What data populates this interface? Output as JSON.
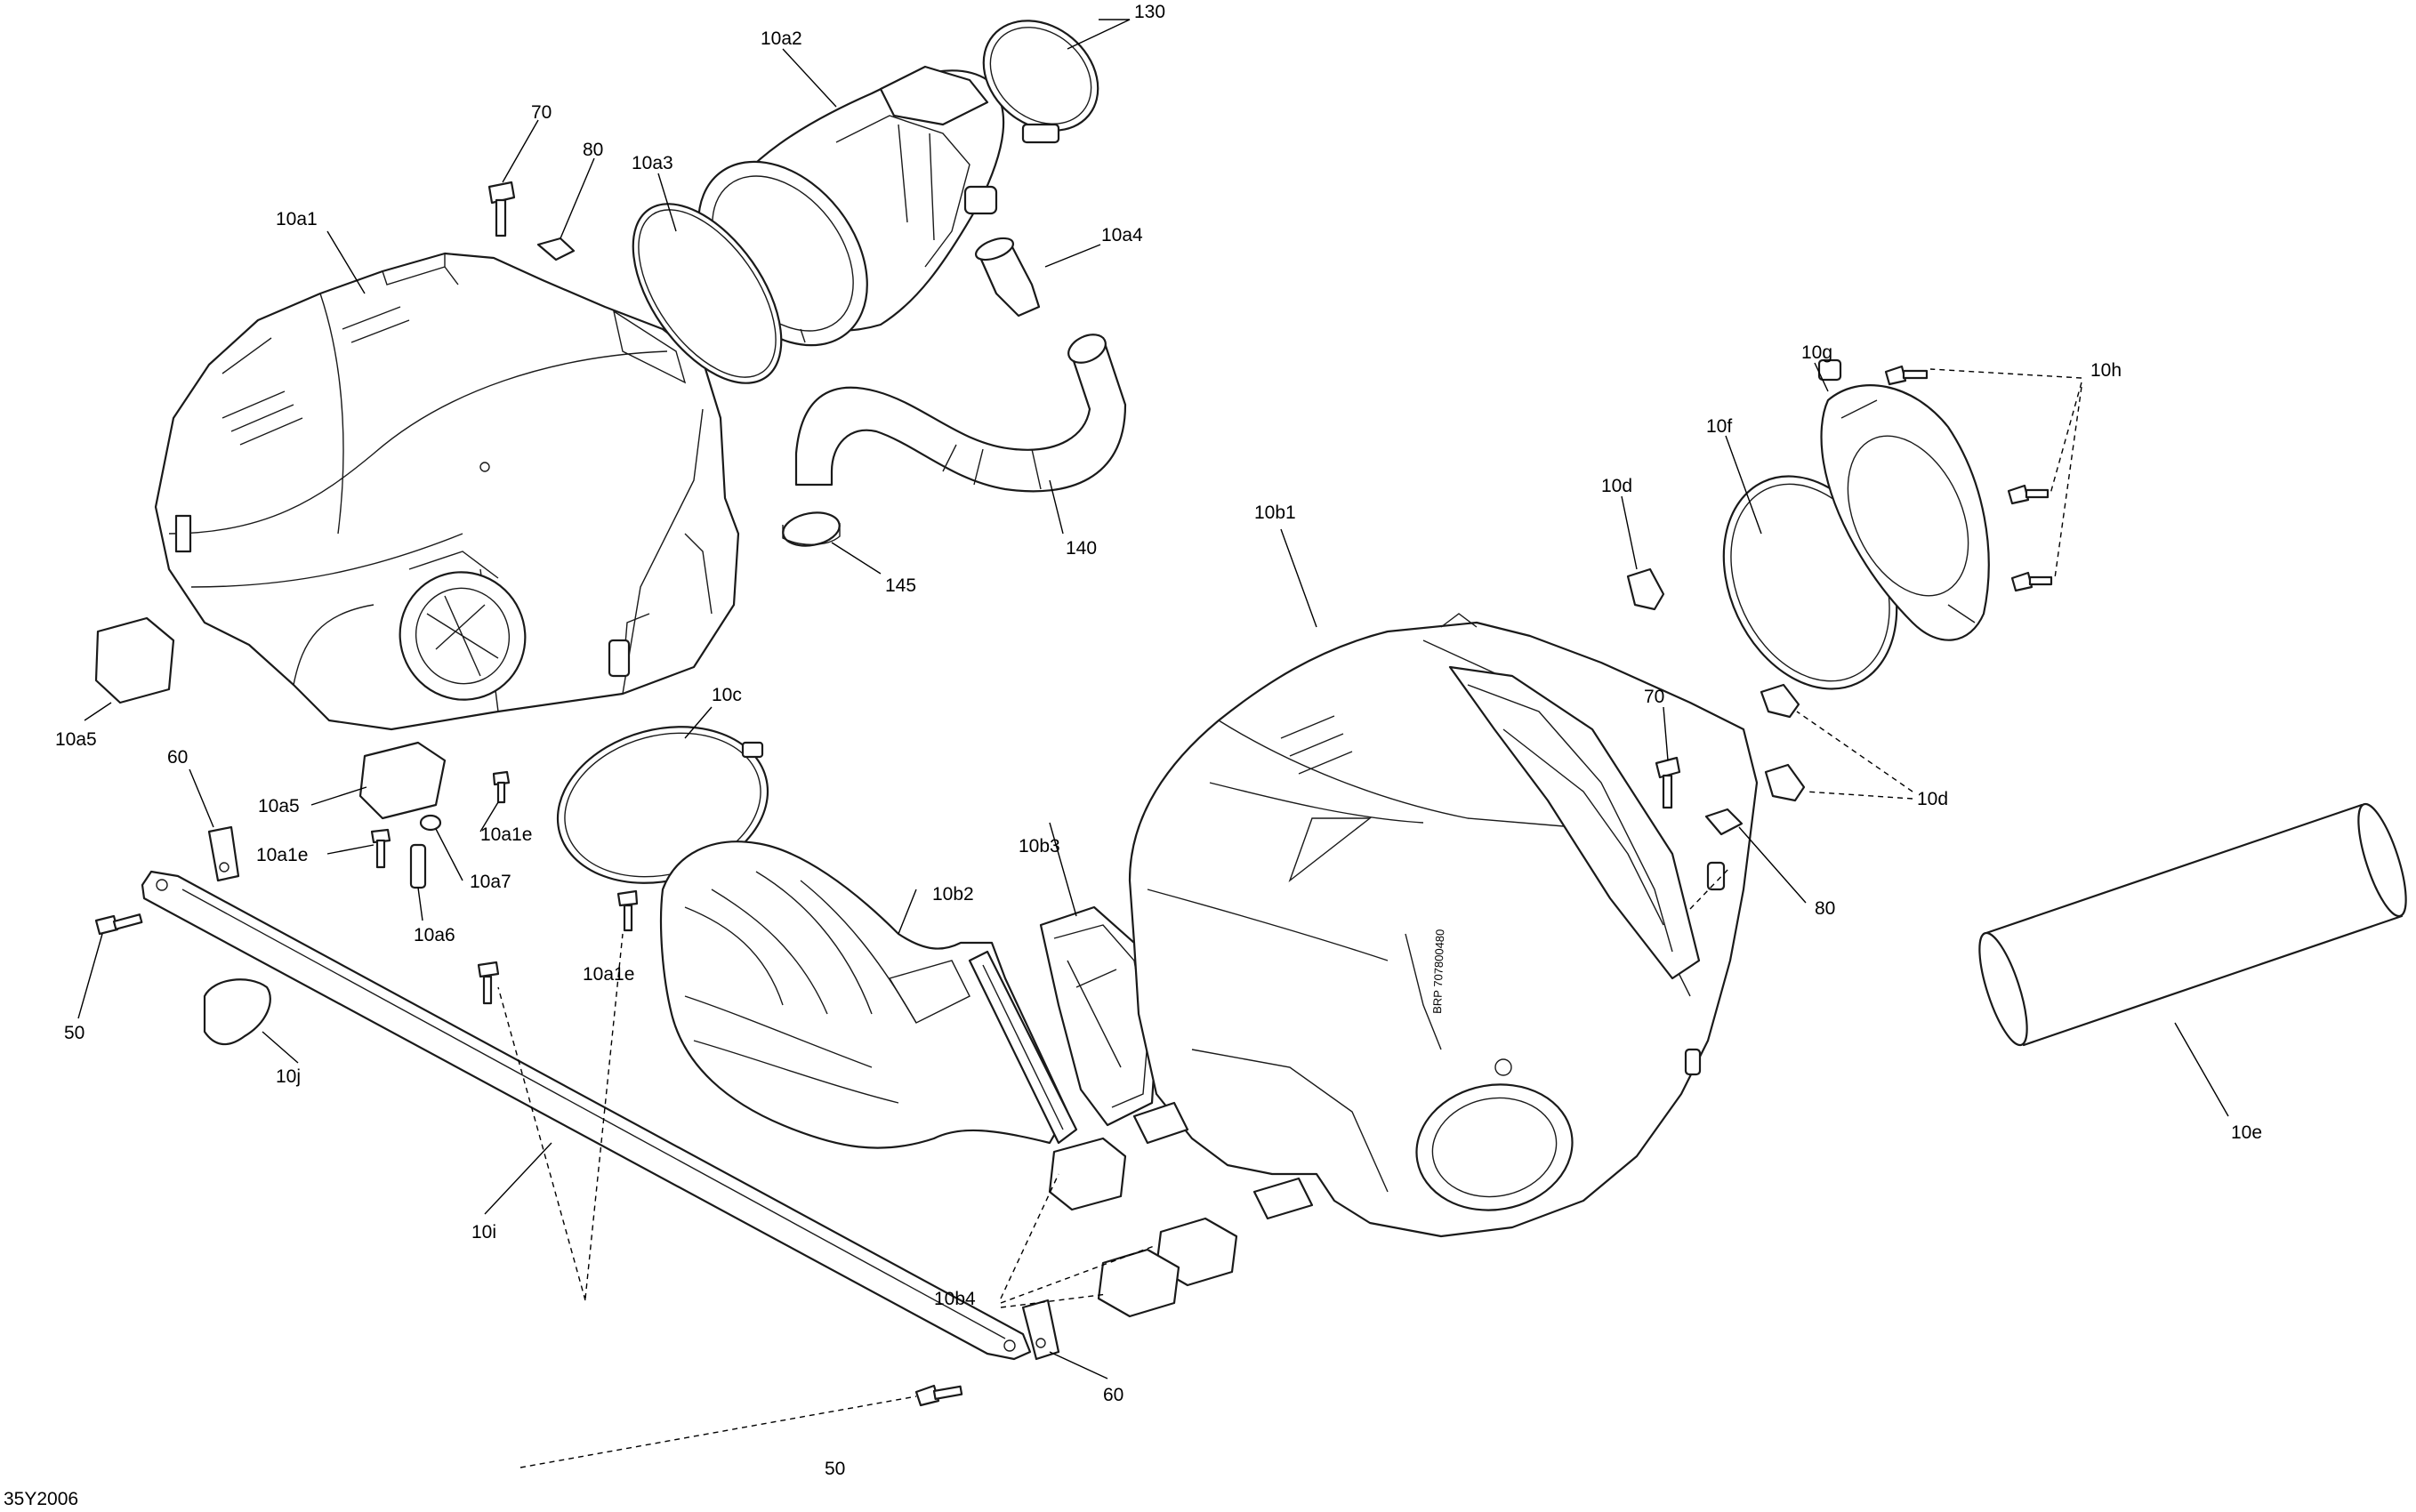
{
  "labels": {
    "l130": "130",
    "l10a2": "10a2",
    "l70a": "70",
    "l80a": "80",
    "l10a3": "10a3",
    "l10a1": "10a1",
    "l10a4": "10a4",
    "l140": "140",
    "l145": "145",
    "l10a5a": "10a5",
    "l10a5b": "10a5",
    "l60a": "60",
    "l10a1e_a": "10a1e",
    "l10a1e_b": "10a1e",
    "l10a1e_c": "10a1e",
    "l10a7": "10a7",
    "l10a6": "10a6",
    "l10c": "10c",
    "l50a": "50",
    "l10j": "10j",
    "l10i": "10i",
    "l10b2": "10b2",
    "l10b3": "10b3",
    "l10b1": "10b1",
    "l10b4": "10b4",
    "l10d_a": "10d",
    "l10d_b": "10d",
    "l10f": "10f",
    "l10g": "10g",
    "l10h": "10h",
    "l70b": "70",
    "l80b": "80",
    "l10e": "10e",
    "l60b": "60",
    "l50b": "50",
    "code": "35Y2006"
  },
  "stamp": "BRP 707800480"
}
